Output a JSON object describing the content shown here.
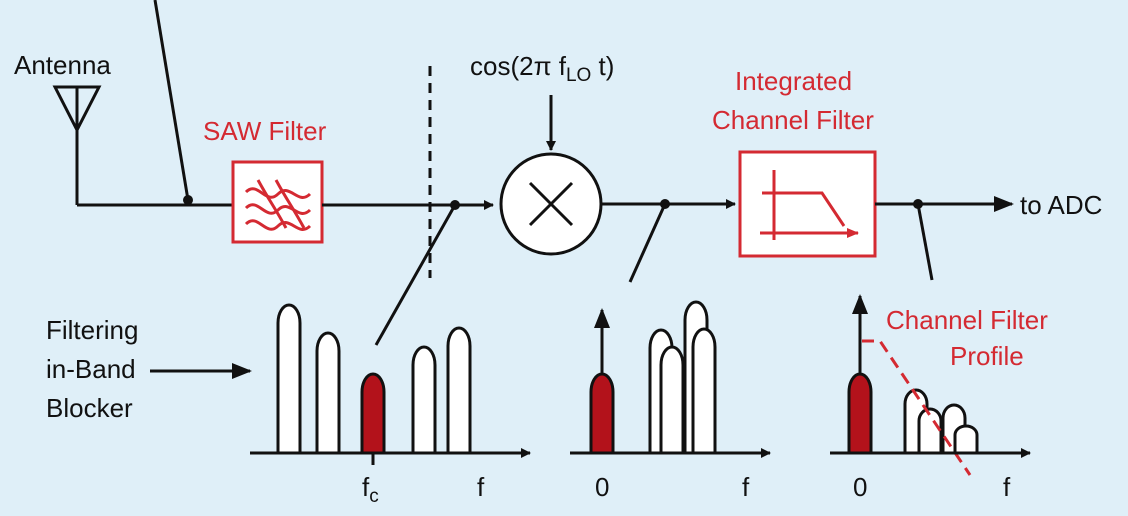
{
  "labels": {
    "antenna": "Antenna",
    "saw_filter": "SAW Filter",
    "lo_signal_prefix": "cos(2π f",
    "lo_signal_sub": "LO",
    "lo_signal_suffix": " t)",
    "integrated_filter_line1": "Integrated",
    "integrated_filter_line2": "Channel Filter",
    "to_adc": "to ADC",
    "blocker_line1": "Filtering",
    "blocker_line2": "in-Band",
    "blocker_line3": "Blocker",
    "profile_line1": "Channel Filter",
    "profile_line2": "Profile"
  },
  "spectra": {
    "rf": {
      "fc_main": "f",
      "fc_sub": "c",
      "f_label": "f"
    },
    "if_mid": {
      "zero_label": "0",
      "f_label": "f"
    },
    "if_out": {
      "zero_label": "0",
      "f_label": "f"
    }
  },
  "colors": {
    "background": "#dfeff8",
    "accent_red": "#d42a32",
    "signal_fill": "#b3121b",
    "line": "#111111"
  }
}
